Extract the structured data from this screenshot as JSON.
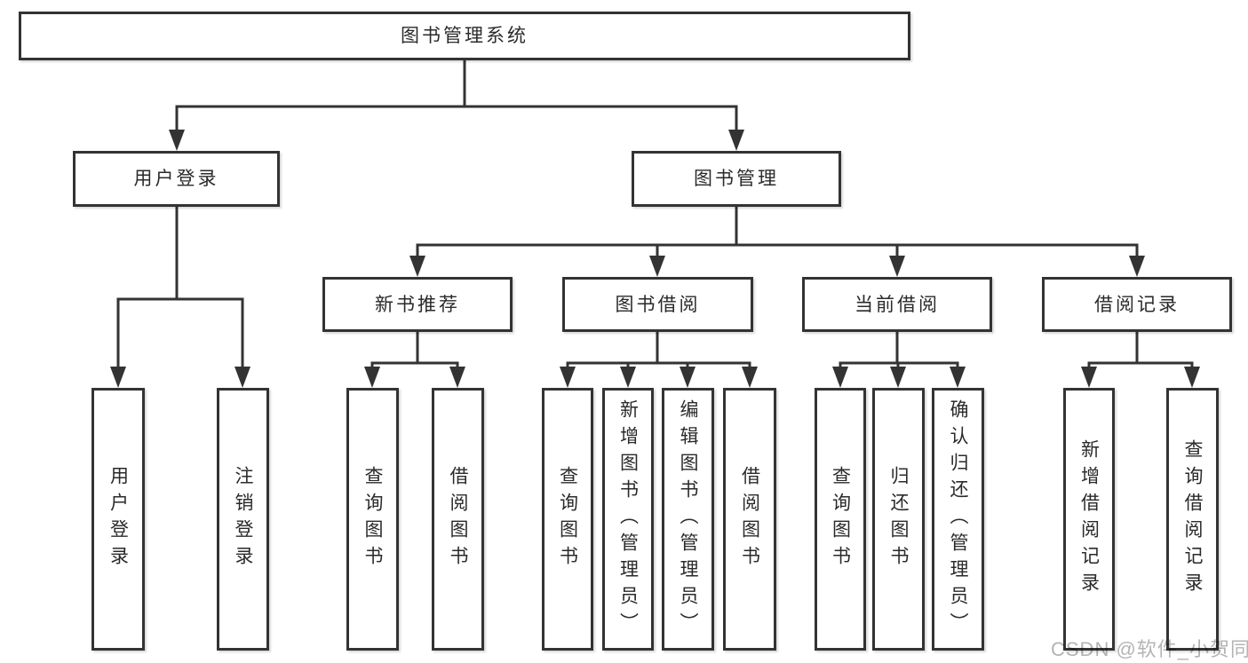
{
  "colors": {
    "line": "#333333",
    "text": "#2a2a2a",
    "node_background": "#ffffff",
    "watermark": "#b4b4b4"
  },
  "watermark": {
    "text": "CSDN @软件_小贺同学"
  },
  "tree": {
    "root_label": "图书管理系统",
    "branches": [
      {
        "label": "用户登录",
        "children": [
          {
            "label": "用户登录"
          },
          {
            "label": "注销登录"
          }
        ]
      },
      {
        "label": "图书管理",
        "children": [
          {
            "label": "新书推荐",
            "children": [
              {
                "label": "查询图书"
              },
              {
                "label": "借阅图书"
              }
            ]
          },
          {
            "label": "图书借阅",
            "children": [
              {
                "label": "查询图书"
              },
              {
                "label": "新增图书（管理员）"
              },
              {
                "label": "编辑图书（管理员）"
              },
              {
                "label": "借阅图书"
              }
            ]
          },
          {
            "label": "当前借阅",
            "children": [
              {
                "label": "查询图书"
              },
              {
                "label": "归还图书"
              },
              {
                "label": "确认归还（管理员）"
              }
            ]
          },
          {
            "label": "借阅记录",
            "children": [
              {
                "label": "新增借阅记录"
              },
              {
                "label": "查询借阅记录"
              }
            ]
          }
        ]
      }
    ]
  }
}
